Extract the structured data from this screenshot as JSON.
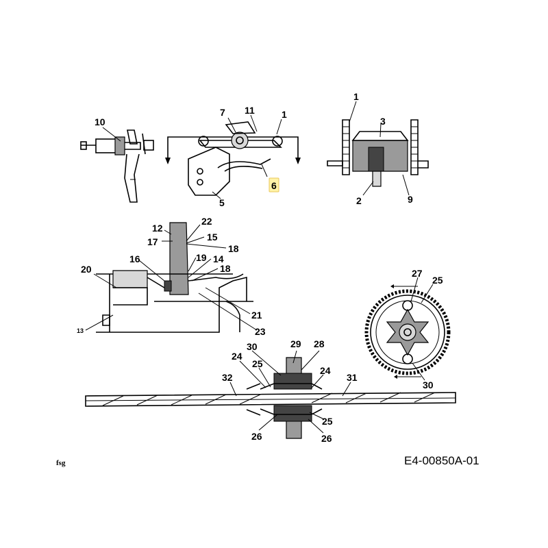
{
  "callouts": {
    "c10": "10",
    "c7": "7",
    "c11": "11",
    "c1a": "1",
    "c6": "6",
    "c5": "5",
    "c1b": "1",
    "c3": "3",
    "c2": "2",
    "c9": "9",
    "c12": "12",
    "c22": "22",
    "c17": "17",
    "c15": "15",
    "c18a": "18",
    "c16": "16",
    "c19": "19",
    "c14": "14",
    "c20": "20",
    "c18b": "18",
    "c21": "21",
    "c13": "13",
    "c23": "23",
    "c27": "27",
    "c25a": "25",
    "c30a": "30",
    "c30b": "30",
    "c29": "29",
    "c28": "28",
    "c24a": "24",
    "c25b": "25",
    "c24b": "24",
    "c32": "32",
    "c31": "31",
    "c26a": "26",
    "c25c": "25",
    "c26b": "26"
  },
  "footer": {
    "left_mark": "fsg",
    "drawing_code": "E4-00850A-01"
  },
  "highlight": {
    "callout": "6",
    "color": "#fff3a8"
  }
}
